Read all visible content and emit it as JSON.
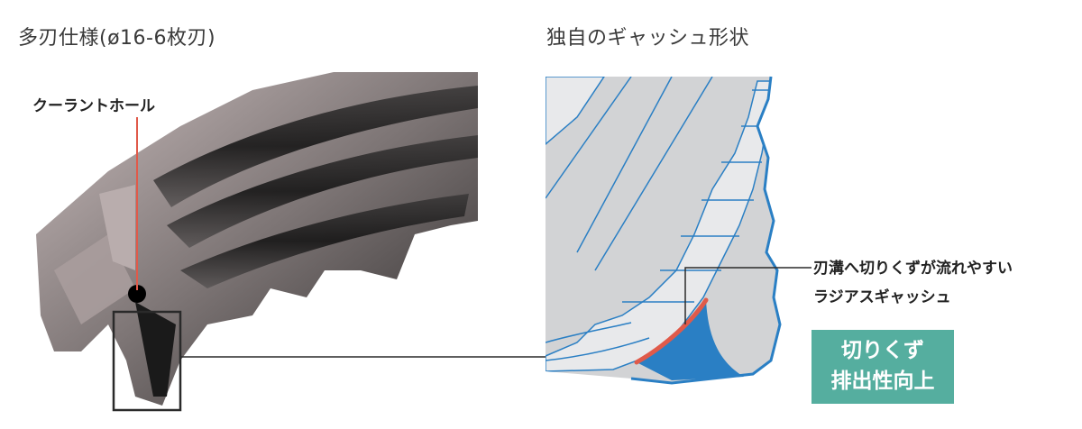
{
  "left_panel": {
    "title": "多刃仕様(ø16-6枚刃)",
    "callout_coolant_hole": "クーラントホール"
  },
  "right_panel": {
    "title": "独自のギャッシュ形状",
    "callout_line1": "刃溝へ切りくずが流れやすい",
    "callout_line2": "ラジアスギャッシュ",
    "badge_line1": "切りくず",
    "badge_line2": "排出性向上"
  },
  "colors": {
    "accent_red": "#e05a4a",
    "diagram_blue": "#2a7fc4",
    "badge_teal": "#55ae9f",
    "diagram_gray": "#d2d3d5",
    "diagram_light": "#e8e9eb"
  }
}
